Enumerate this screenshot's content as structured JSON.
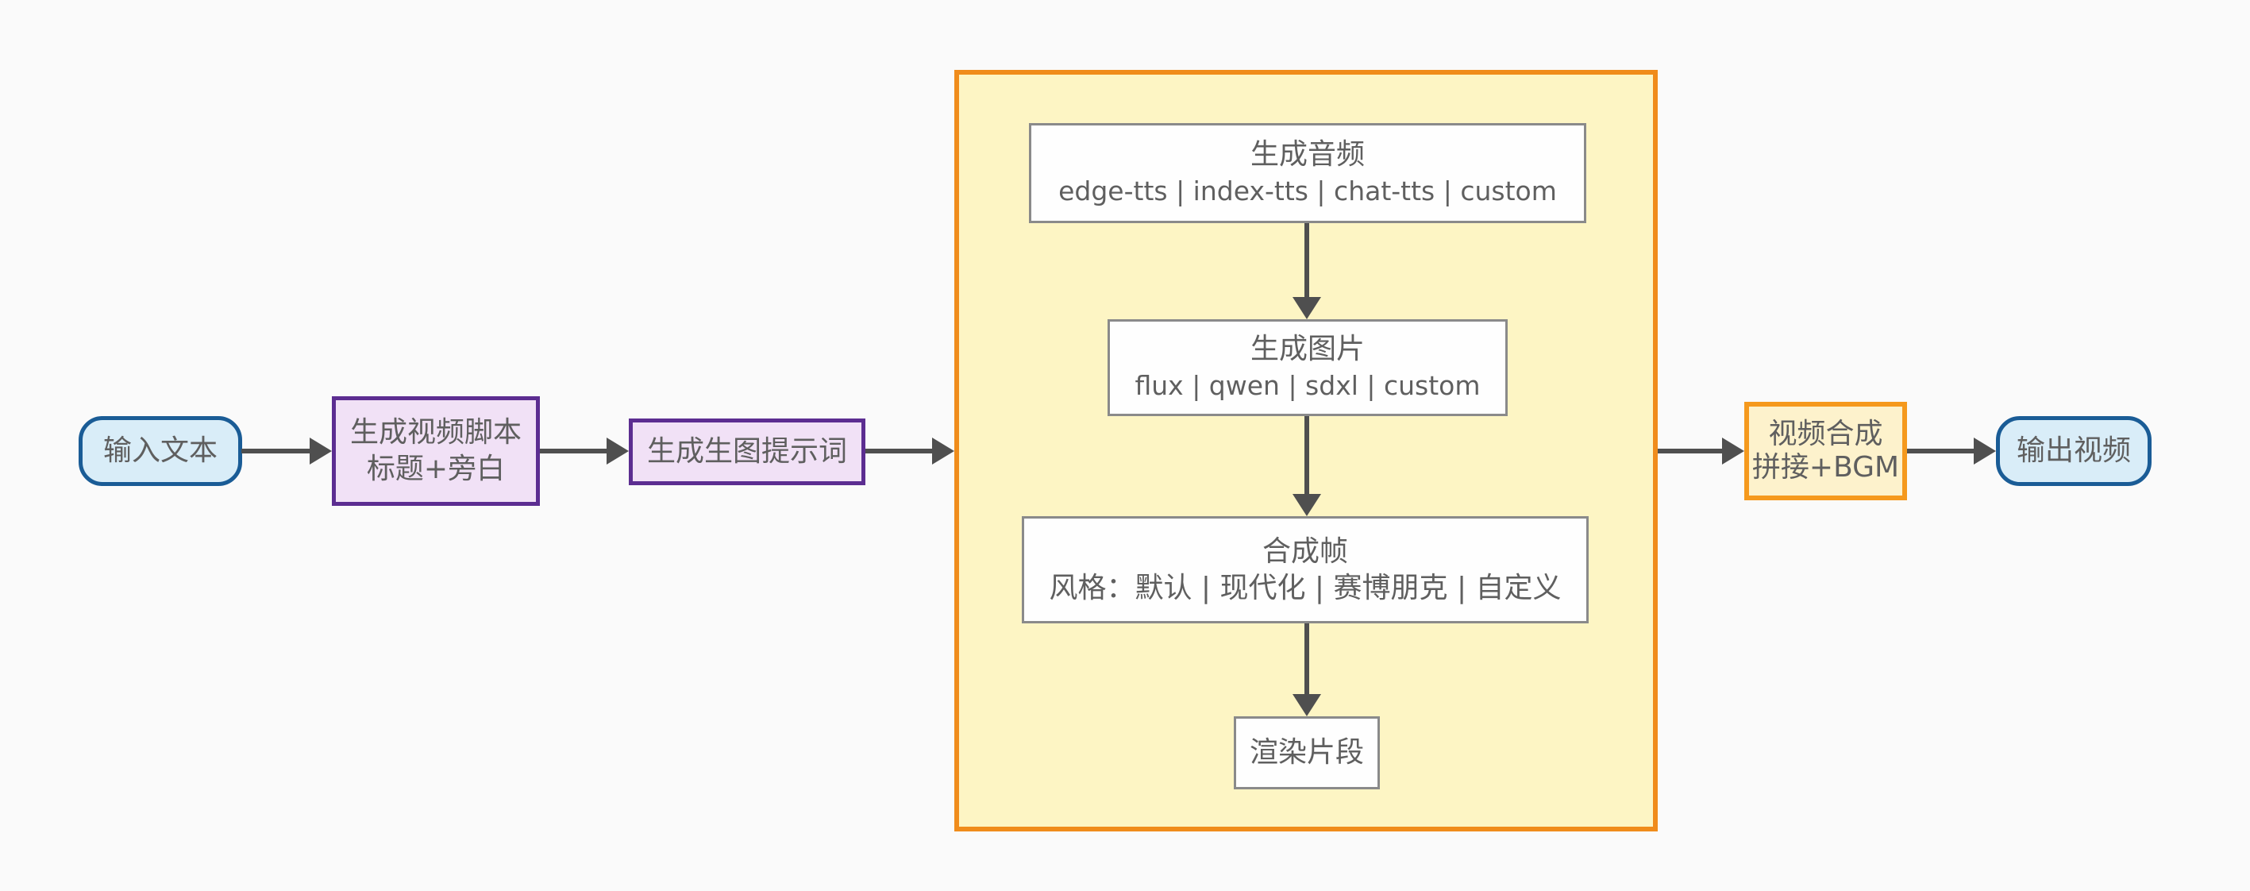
{
  "diagram": {
    "type": "flowchart",
    "direction": "left-to-right",
    "background_color": "#fafafa",
    "arrow_color": "#4f4f4f",
    "text_color": "#5f5f5f",
    "nodes": {
      "input_text": {
        "label": "输入文本",
        "shape": "stadium",
        "fill": "#d9edf8",
        "border": "#1a5c96"
      },
      "script": {
        "line1": "生成视频脚本",
        "line2": "标题+旁白",
        "shape": "rect",
        "fill": "#f1e1f6",
        "border": "#5c2d91"
      },
      "image_prompt": {
        "label": "生成生图提示词",
        "shape": "rect",
        "fill": "#f1e1f6",
        "border": "#5c2d91"
      },
      "audio": {
        "line1": "生成音频",
        "line2": "edge-tts | index-tts | chat-tts | custom",
        "shape": "rect",
        "fill": "#fefefe",
        "border": "#8a8a8a"
      },
      "image_gen": {
        "line1": "生成图片",
        "line2": "flux | qwen | sdxl | custom",
        "shape": "rect",
        "fill": "#fefefe",
        "border": "#8a8a8a"
      },
      "frame": {
        "line1": "合成帧",
        "line2": "风格：默认 | 现代化 | 赛博朋克 | 自定义",
        "shape": "rect",
        "fill": "#fefefe",
        "border": "#8a8a8a"
      },
      "render_clip": {
        "label": "渲染片段",
        "shape": "rect",
        "fill": "#fefefe",
        "border": "#8a8a8a"
      },
      "video_compose": {
        "line1": "视频合成",
        "line2": "拼接+BGM",
        "shape": "rect",
        "fill": "#fdf2cc",
        "border": "#f5991d"
      },
      "output_video": {
        "label": "输出视频",
        "shape": "stadium",
        "fill": "#d9edf8",
        "border": "#1a5c96"
      }
    },
    "container": {
      "label": "",
      "fill": "#fdf5c4",
      "border": "#f08c1b"
    },
    "edges": [
      "输入文本 -> 生成视频脚本 标题+旁白",
      "生成视频脚本 标题+旁白 -> 生成生图提示词",
      "生成生图提示词 -> [容器] 生成音频",
      "生成音频 -> 生成图片",
      "生成图片 -> 合成帧",
      "合成帧 -> 渲染片段",
      "[容器] -> 视频合成 拼接+BGM",
      "视频合成 拼接+BGM -> 输出视频"
    ]
  }
}
